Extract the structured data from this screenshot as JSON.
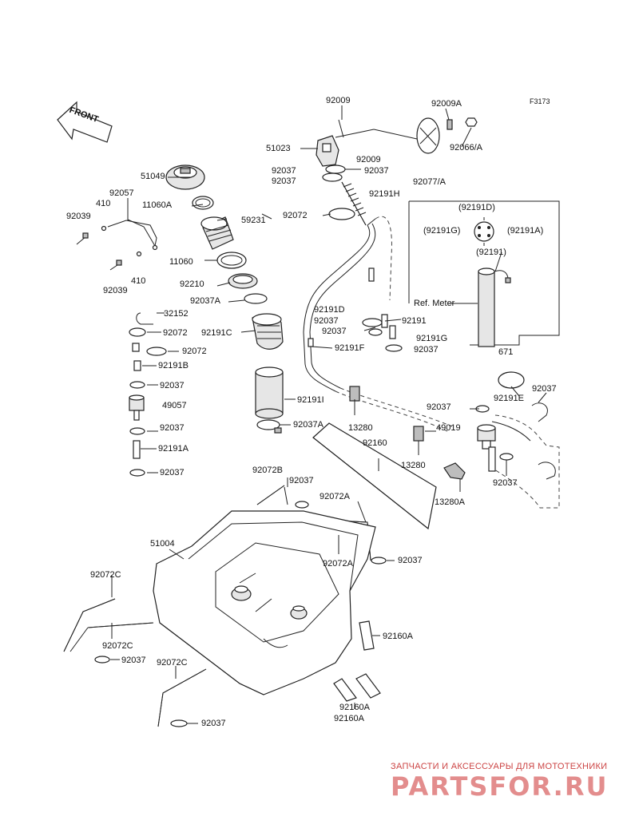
{
  "figure_code": "F3173",
  "front_label": "FRONT",
  "ref_meter": "Ref. Meter",
  "watermark": {
    "line1": "ЗАПЧАСТИ И АКСЕССУАРЫ ДЛЯ МОТОТЕХНИКИ",
    "line2": "PARTSFOR.RU"
  },
  "labels": {
    "p92009_top": "92009",
    "p92009a": "92009A",
    "p51023": "51023",
    "p92066a": "92066/A",
    "p92009_mid": "92009",
    "p92037_a1": "92037",
    "p92037_a2": "92037",
    "p92037_a3": "92037",
    "p92077a": "92077/A",
    "p92191h": "92191H",
    "p51049": "51049",
    "p92057": "92057",
    "p410_top": "410",
    "p92039_top": "92039",
    "p11060a": "11060A",
    "p59231": "59231",
    "p92072_a": "92072",
    "p92191d_par": "(92191D)",
    "p92191g_par": "(92191G)",
    "p92191a_par": "(92191A)",
    "p92191_par": "(92191)",
    "p11060": "11060",
    "p410_bot": "410",
    "p92039_bot": "92039",
    "p92210": "92210",
    "p92037a_1": "92037A",
    "p32152": "32152",
    "p92072_b": "92072",
    "p92191c": "92191C",
    "p92072_c": "92072",
    "p92191b": "92191B",
    "p92037_b": "92037",
    "p49057": "49057",
    "p92037_c": "92037",
    "p92191a": "92191A",
    "p92037_d": "92037",
    "p92191d": "92191D",
    "p92037_e": "92037",
    "p92191": "92191",
    "p92037_f": "92037",
    "p92191g": "92191G",
    "p92191f": "92191F",
    "p92037_g": "92037",
    "p671": "671",
    "p92191i": "92191I",
    "p13280_a": "13280",
    "p92037a_2": "92037A",
    "p92037_h": "92037",
    "p92191e": "92191E",
    "p92037_i": "92037",
    "p49019": "49019",
    "p92160": "92160",
    "p13280_b": "13280",
    "p92037_j": "92037",
    "p13280a": "13280A",
    "p92072b": "92072B",
    "p92037_k": "92037",
    "p92072a_1": "92072A",
    "p51004": "51004",
    "p92072a_2": "92072A",
    "p92037_l": "92037",
    "p92072c_1": "92072C",
    "p92160a_1": "92160A",
    "p92072c_2": "92072C",
    "p92037_m": "92037",
    "p92072c_3": "92072C",
    "p92037_n": "92037",
    "p92160a_2": "92160A",
    "p92160a_3": "92160A"
  }
}
